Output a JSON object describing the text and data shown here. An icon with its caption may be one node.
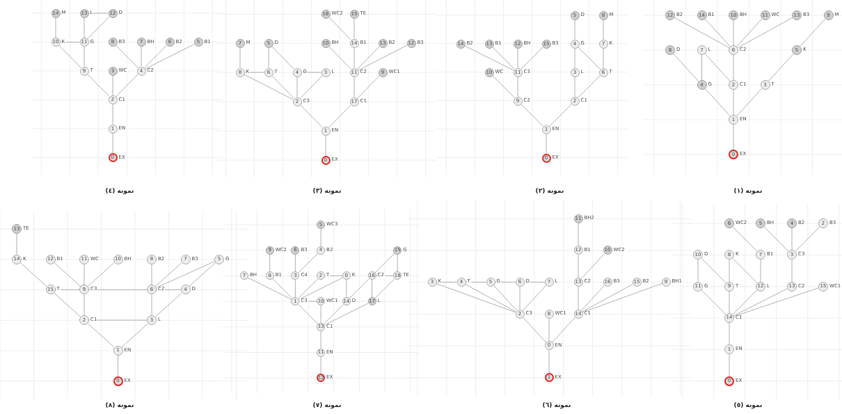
{
  "diagram": {
    "nodes": [
      {
        "text": [
          "14"
        ],
        "beside": [
          "M"
        ]
      },
      {
        "text": [
          "13"
        ],
        "beside": [
          "L"
        ]
      },
      {
        "text": [
          "12"
        ],
        "beside": [
          "D"
        ]
      },
      {
        "text": [
          "10"
        ],
        "beside": [
          "K"
        ]
      },
      {
        "text": [
          "11"
        ],
        "beside": [
          "G"
        ]
      },
      {
        "text": [
          "8"
        ],
        "beside": [
          "B3"
        ]
      },
      {
        "text": [
          "7"
        ],
        "beside": [
          "BH"
        ]
      },
      {
        "text": [
          "6"
        ],
        "beside": [
          "B2"
        ]
      },
      {
        "text": [
          "5"
        ],
        "beside": [
          "B1"
        ]
      },
      {
        "text": [
          "9"
        ],
        "beside": [
          "T"
        ]
      },
      {
        "text": [
          "3"
        ],
        "beside": [
          "WC"
        ]
      },
      {
        "text": [
          "4"
        ],
        "beside": [
          "C2"
        ]
      },
      {
        "text": [
          "2"
        ],
        "beside": [
          "C1"
        ]
      },
      {
        "text": [
          "1"
        ],
        "beside": [
          "EN"
        ]
      },
      {
        "text": [
          "0"
        ],
        "beside": [
          "EX"
        ]
      },
      {
        "text": [
          "16"
        ],
        "beside": [
          "WC2"
        ]
      },
      {
        "text": [
          "15"
        ],
        "beside": [
          "TE"
        ]
      },
      {
        "text": [
          "7"
        ],
        "beside": [
          "M"
        ]
      },
      {
        "text": [
          "5"
        ],
        "beside": [
          "D"
        ]
      },
      {
        "text": [
          "10"
        ],
        "beside": [
          "BH"
        ]
      },
      {
        "text": [
          "14"
        ],
        "beside": [
          "B1"
        ]
      },
      {
        "text": [
          "13"
        ],
        "beside": [
          "B2"
        ]
      },
      {
        "text": [
          "12"
        ],
        "beside": [
          "B3"
        ]
      },
      {
        "text": [
          "8"
        ],
        "beside": [
          "K"
        ]
      },
      {
        "text": [
          "6"
        ],
        "beside": [
          "T"
        ]
      },
      {
        "text": [
          "4"
        ],
        "beside": [
          "G"
        ]
      },
      {
        "text": [
          "3"
        ],
        "beside": [
          "L"
        ]
      },
      {
        "text": [
          "11"
        ],
        "beside": [
          "C2"
        ]
      },
      {
        "text": [
          "9"
        ],
        "beside": [
          "WC1"
        ]
      },
      {
        "text": [
          "2"
        ],
        "beside": [
          "C3"
        ]
      },
      {
        "text": [
          "17"
        ],
        "beside": [
          "C1"
        ]
      },
      {
        "text": [
          "1"
        ],
        "beside": [
          "EN"
        ]
      },
      {
        "text": [
          "0"
        ],
        "beside": [
          "EX"
        ]
      },
      {
        "text": [
          "5"
        ],
        "beside": [
          "D"
        ]
      },
      {
        "text": [
          "8"
        ],
        "beside": [
          "M"
        ]
      },
      {
        "text": [
          "14"
        ],
        "beside": [
          "B2"
        ]
      },
      {
        "text": [
          "13"
        ],
        "beside": [
          "B1"
        ]
      },
      {
        "text": [
          "12"
        ],
        "beside": [
          "BH"
        ]
      },
      {
        "text": [
          "15"
        ],
        "beside": [
          "B3"
        ]
      },
      {
        "text": [
          "4"
        ],
        "beside": [
          "G"
        ]
      },
      {
        "text": [
          "7"
        ],
        "beside": [
          "K"
        ]
      },
      {
        "text": [
          "10"
        ],
        "beside": [
          "WC"
        ]
      },
      {
        "text": [
          "11"
        ],
        "beside": [
          "C3"
        ]
      },
      {
        "text": [
          "3"
        ],
        "beside": [
          "L"
        ]
      },
      {
        "text": [
          "6"
        ],
        "beside": [
          "T"
        ]
      },
      {
        "text": [
          "9"
        ],
        "beside": [
          "C2"
        ]
      },
      {
        "text": [
          "2"
        ],
        "beside": [
          "C1"
        ]
      },
      {
        "text": [
          "1"
        ],
        "beside": [
          "EN"
        ]
      },
      {
        "text": [
          "0"
        ],
        "beside": [
          "EX"
        ]
      },
      {
        "text": [
          "12"
        ],
        "beside": [
          "B2"
        ]
      },
      {
        "text": [
          "14"
        ],
        "beside": [
          "B1"
        ]
      },
      {
        "text": [
          "10"
        ],
        "beside": [
          "BH"
        ]
      },
      {
        "text": [
          "11"
        ],
        "beside": [
          "WC"
        ]
      },
      {
        "text": [
          "13"
        ],
        "beside": [
          "B3"
        ]
      },
      {
        "text": [
          "9"
        ],
        "beside": [
          "M"
        ]
      },
      {
        "text": [
          "8"
        ],
        "beside": [
          "D"
        ]
      },
      {
        "text": [
          "7"
        ],
        "beside": [
          "L"
        ]
      },
      {
        "text": [
          "6"
        ],
        "beside": [
          "C2"
        ]
      },
      {
        "text": [
          "5"
        ],
        "beside": [
          "K"
        ]
      },
      {
        "text": [
          "4"
        ],
        "beside": [
          "G"
        ]
      },
      {
        "text": [
          "2"
        ],
        "beside": [
          "C1"
        ]
      },
      {
        "text": [
          "3"
        ],
        "beside": [
          "T"
        ]
      },
      {
        "text": [
          "1"
        ],
        "beside": [
          "EN"
        ]
      },
      {
        "text": [
          "0"
        ],
        "beside": [
          "EX"
        ]
      },
      {
        "text": [
          "13"
        ],
        "beside": [
          "TE"
        ]
      },
      {
        "text": [
          "14"
        ],
        "beside": [
          "K"
        ]
      },
      {
        "text": [
          "12"
        ],
        "beside": [
          "B1"
        ]
      },
      {
        "text": [
          "11"
        ],
        "beside": [
          "WC"
        ]
      },
      {
        "text": [
          "10"
        ],
        "beside": [
          "BH"
        ]
      },
      {
        "text": [
          "8"
        ],
        "beside": [
          "B2"
        ]
      },
      {
        "text": [
          "7"
        ],
        "beside": [
          "B3"
        ]
      },
      {
        "text": [
          "5"
        ],
        "beside": [
          "G"
        ]
      },
      {
        "text": [
          "15"
        ],
        "beside": [
          "T"
        ]
      },
      {
        "text": [
          "9"
        ],
        "beside": [
          "C3"
        ]
      },
      {
        "text": [
          "6"
        ],
        "beside": [
          "C2"
        ]
      },
      {
        "text": [
          "4"
        ],
        "beside": [
          "D"
        ]
      },
      {
        "text": [
          "2"
        ],
        "beside": [
          "C1"
        ]
      },
      {
        "text": [
          "3"
        ],
        "beside": [
          "L"
        ]
      },
      {
        "text": [
          "1"
        ],
        "beside": [
          "EN"
        ]
      },
      {
        "text": [
          "0"
        ],
        "beside": [
          "EX"
        ]
      },
      {
        "text": [
          "5"
        ],
        "beside": [
          "WC3"
        ]
      },
      {
        "text": [
          "9"
        ],
        "beside": [
          "WC2"
        ]
      },
      {
        "text": [
          "6"
        ],
        "beside": [
          "B3"
        ]
      },
      {
        "text": [
          "4"
        ],
        "beside": [
          "B2"
        ]
      },
      {
        "text": [
          "15"
        ],
        "beside": [
          "G"
        ]
      },
      {
        "text": [
          "7"
        ],
        "beside": [
          "BH"
        ]
      },
      {
        "text": [
          "8"
        ],
        "beside": [
          "B1"
        ]
      },
      {
        "text": [
          "3"
        ],
        "beside": [
          "C4"
        ]
      },
      {
        "text": [
          "2"
        ],
        "beside": [
          "T"
        ]
      },
      {
        "text": [
          "0"
        ],
        "beside": [
          "K"
        ]
      },
      {
        "text": [
          "16"
        ],
        "beside": [
          "C2"
        ]
      },
      {
        "text": [
          "18"
        ],
        "beside": [
          "TE"
        ]
      },
      {
        "text": [
          "1"
        ],
        "beside": [
          "C3"
        ]
      },
      {
        "text": [
          "10"
        ],
        "beside": [
          "WC1"
        ]
      },
      {
        "text": [
          "14"
        ],
        "beside": [
          "D"
        ]
      },
      {
        "text": [
          "17"
        ],
        "beside": [
          "L"
        ]
      },
      {
        "text": [
          "13"
        ],
        "beside": [
          "C1"
        ]
      },
      {
        "text": [
          "11"
        ],
        "beside": [
          "EN"
        ]
      },
      {
        "text": [
          "12"
        ],
        "beside": [
          "EX"
        ]
      },
      {
        "text": [
          "11"
        ],
        "beside": [
          "BH2"
        ]
      },
      {
        "text": [
          "12"
        ],
        "beside": [
          "B1"
        ]
      },
      {
        "text": [
          "10"
        ],
        "beside": [
          "WC2"
        ]
      },
      {
        "text": [
          "3"
        ],
        "beside": [
          "K"
        ]
      },
      {
        "text": [
          "4"
        ],
        "beside": [
          "T"
        ]
      },
      {
        "text": [
          "5"
        ],
        "beside": [
          "G"
        ]
      },
      {
        "text": [
          "6"
        ],
        "beside": [
          "D"
        ]
      },
      {
        "text": [
          "7"
        ],
        "beside": [
          "L"
        ]
      },
      {
        "text": [
          "13"
        ],
        "beside": [
          "C2"
        ]
      },
      {
        "text": [
          "16"
        ],
        "beside": [
          "B3"
        ]
      },
      {
        "text": [
          "15"
        ],
        "beside": [
          "B2"
        ]
      },
      {
        "text": [
          "9"
        ],
        "beside": [
          "BH1"
        ]
      },
      {
        "text": [
          "2"
        ],
        "beside": [
          "C3"
        ]
      },
      {
        "text": [
          "8"
        ],
        "beside": [
          "WC1"
        ]
      },
      {
        "text": [
          "14"
        ],
        "beside": [
          "C1"
        ]
      },
      {
        "text": [
          "0"
        ],
        "beside": [
          "EN"
        ]
      },
      {
        "text": [
          "1"
        ],
        "beside": [
          "EX"
        ]
      },
      {
        "text": [
          "6"
        ],
        "beside": [
          "WC2"
        ]
      },
      {
        "text": [
          "5"
        ],
        "beside": [
          "BH"
        ]
      },
      {
        "text": [
          "4"
        ],
        "beside": [
          "B2"
        ]
      },
      {
        "text": [
          "2"
        ],
        "beside": [
          "B3"
        ]
      },
      {
        "text": [
          "10"
        ],
        "beside": [
          "D"
        ]
      },
      {
        "text": [
          "8"
        ],
        "beside": [
          "K"
        ]
      },
      {
        "text": [
          "7"
        ],
        "beside": [
          "B1"
        ]
      },
      {
        "text": [
          "3"
        ],
        "beside": [
          "C3"
        ]
      },
      {
        "text": [
          "11"
        ],
        "beside": [
          "G"
        ]
      },
      {
        "text": [
          "9"
        ],
        "beside": [
          "T"
        ]
      },
      {
        "text": [
          "12"
        ],
        "beside": [
          "L"
        ]
      },
      {
        "text": [
          "13"
        ],
        "beside": [
          "C2"
        ]
      },
      {
        "text": [
          "15"
        ],
        "beside": [
          "WC1"
        ]
      },
      {
        "text": [
          "14"
        ],
        "beside": [
          "C1"
        ]
      },
      {
        "text": [
          "1"
        ],
        "beside": [
          "EN"
        ]
      },
      {
        "text": [
          "0"
        ],
        "beside": [
          "EX"
        ]
      }
    ],
    "edges": [
      {
        "from": 0,
        "to": 3,
        "arrow": "none"
      },
      {
        "from": 1,
        "to": 2,
        "arrow": "none"
      },
      {
        "from": 1,
        "to": 4,
        "arrow": "none"
      },
      {
        "from": 2,
        "to": 4,
        "arrow": "none"
      },
      {
        "from": 4,
        "to": 3,
        "arrow": "none"
      },
      {
        "from": 3,
        "to": 9,
        "arrow": "none"
      },
      {
        "from": 4,
        "to": 9,
        "arrow": "none"
      },
      {
        "from": 9,
        "to": 12,
        "arrow": "none"
      },
      {
        "from": 10,
        "to": 12,
        "arrow": "none"
      },
      {
        "from": 5,
        "to": 11,
        "arrow": "none"
      },
      {
        "from": 6,
        "to": 11,
        "arrow": "none"
      },
      {
        "from": 7,
        "to": 11,
        "arrow": "none"
      },
      {
        "from": 8,
        "to": 11,
        "arrow": "none"
      },
      {
        "from": 11,
        "to": 12,
        "arrow": "none"
      },
      {
        "from": 12,
        "to": 13,
        "arrow": "none"
      },
      {
        "from": 13,
        "to": 14,
        "arrow": "none"
      },
      {
        "from": 17,
        "to": 23,
        "arrow": "none"
      },
      {
        "from": 18,
        "to": 24,
        "arrow": "none"
      },
      {
        "from": 18,
        "to": 25,
        "arrow": "none"
      },
      {
        "from": 24,
        "to": 23,
        "arrow": "none"
      },
      {
        "from": 23,
        "to": 29,
        "arrow": "none"
      },
      {
        "from": 24,
        "to": 29,
        "arrow": "none"
      },
      {
        "from": 25,
        "to": 29,
        "arrow": "none"
      },
      {
        "from": 25,
        "to": 26,
        "arrow": "none"
      },
      {
        "from": 26,
        "to": 29,
        "arrow": "none"
      },
      {
        "from": 15,
        "to": 20,
        "arrow": "none"
      },
      {
        "from": 16,
        "to": 20,
        "arrow": "none"
      },
      {
        "from": 20,
        "to": 27,
        "arrow": "none"
      },
      {
        "from": 19,
        "to": 27,
        "arrow": "none"
      },
      {
        "from": 21,
        "to": 27,
        "arrow": "none"
      },
      {
        "from": 22,
        "to": 27,
        "arrow": "none"
      },
      {
        "from": 27,
        "to": 30,
        "arrow": "none"
      },
      {
        "from": 28,
        "to": 30,
        "arrow": "none"
      },
      {
        "from": 29,
        "to": 31,
        "arrow": "none"
      },
      {
        "from": 30,
        "to": 31,
        "arrow": "none"
      },
      {
        "from": 31,
        "to": 32,
        "arrow": "none"
      },
      {
        "from": 33,
        "to": 39,
        "arrow": "none"
      },
      {
        "from": 34,
        "to": 40,
        "arrow": "none"
      },
      {
        "from": 39,
        "to": 43,
        "arrow": "none"
      },
      {
        "from": 39,
        "to": 44,
        "arrow": "none"
      },
      {
        "from": 40,
        "to": 44,
        "arrow": "none"
      },
      {
        "from": 43,
        "to": 46,
        "arrow": "none"
      },
      {
        "from": 44,
        "to": 46,
        "arrow": "none"
      },
      {
        "from": 35,
        "to": 42,
        "arrow": "none"
      },
      {
        "from": 36,
        "to": 42,
        "arrow": "none"
      },
      {
        "from": 37,
        "to": 42,
        "arrow": "none"
      },
      {
        "from": 38,
        "to": 42,
        "arrow": "none"
      },
      {
        "from": 42,
        "to": 45,
        "arrow": "none"
      },
      {
        "from": 41,
        "to": 45,
        "arrow": "none"
      },
      {
        "from": 45,
        "to": 47,
        "arrow": "none"
      },
      {
        "from": 46,
        "to": 47,
        "arrow": "none"
      },
      {
        "from": 47,
        "to": 48,
        "arrow": "none"
      },
      {
        "from": 49,
        "to": 57,
        "arrow": "none"
      },
      {
        "from": 50,
        "to": 57,
        "arrow": "none"
      },
      {
        "from": 51,
        "to": 57,
        "arrow": "none"
      },
      {
        "from": 52,
        "to": 57,
        "arrow": "none"
      },
      {
        "from": 53,
        "to": 57,
        "arrow": "none"
      },
      {
        "from": 54,
        "to": 58,
        "arrow": "none"
      },
      {
        "from": 55,
        "to": 59,
        "arrow": "none"
      },
      {
        "from": 56,
        "to": 59,
        "arrow": "none"
      },
      {
        "from": 56,
        "to": 60,
        "arrow": "none"
      },
      {
        "from": 57,
        "to": 60,
        "arrow": "none"
      },
      {
        "from": 58,
        "to": 61,
        "arrow": "none"
      },
      {
        "from": 59,
        "to": 62,
        "arrow": "none"
      },
      {
        "from": 60,
        "to": 62,
        "arrow": "none"
      },
      {
        "from": 61,
        "to": 62,
        "arrow": "none"
      },
      {
        "from": 62,
        "to": 63,
        "arrow": "none"
      },
      {
        "from": 64,
        "to": 65,
        "arrow": "none"
      },
      {
        "from": 65,
        "to": 72,
        "arrow": "none"
      },
      {
        "from": 66,
        "to": 73,
        "arrow": "none"
      },
      {
        "from": 67,
        "to": 73,
        "arrow": "none"
      },
      {
        "from": 68,
        "to": 73,
        "arrow": "none"
      },
      {
        "from": 72,
        "to": 73,
        "arrow": "none"
      },
      {
        "from": 73,
        "to": 74,
        "arrow": "none"
      },
      {
        "from": 69,
        "to": 74,
        "arrow": "none"
      },
      {
        "from": 70,
        "to": 74,
        "arrow": "none"
      },
      {
        "from": 71,
        "to": 74,
        "arrow": "none"
      },
      {
        "from": 74,
        "to": 75,
        "arrow": "none"
      },
      {
        "from": 71,
        "to": 75,
        "arrow": "none"
      },
      {
        "from": 72,
        "to": 76,
        "arrow": "none"
      },
      {
        "from": 73,
        "to": 76,
        "arrow": "none"
      },
      {
        "from": 76,
        "to": 77,
        "arrow": "none"
      },
      {
        "from": 74,
        "to": 77,
        "arrow": "none"
      },
      {
        "from": 75,
        "to": 77,
        "arrow": "none"
      },
      {
        "from": 76,
        "to": 78,
        "arrow": "none"
      },
      {
        "from": 77,
        "to": 78,
        "arrow": "none"
      },
      {
        "from": 78,
        "to": 79,
        "arrow": "none"
      },
      {
        "from": 80,
        "to": 83,
        "arrow": "none"
      },
      {
        "from": 81,
        "to": 86,
        "arrow": "none"
      },
      {
        "from": 82,
        "to": 87,
        "arrow": "none"
      },
      {
        "from": 83,
        "to": 87,
        "arrow": "none"
      },
      {
        "from": 84,
        "to": 90,
        "arrow": "none"
      },
      {
        "from": 84,
        "to": 91,
        "arrow": "none"
      },
      {
        "from": 90,
        "to": 91,
        "arrow": "none"
      },
      {
        "from": 88,
        "to": 89,
        "arrow": "none"
      },
      {
        "from": 85,
        "to": 92,
        "arrow": "none"
      },
      {
        "from": 86,
        "to": 92,
        "arrow": "none"
      },
      {
        "from": 87,
        "to": 92,
        "arrow": "none"
      },
      {
        "from": 88,
        "to": 92,
        "arrow": "none"
      },
      {
        "from": 89,
        "to": 92,
        "arrow": "none"
      },
      {
        "from": 89,
        "to": 94,
        "arrow": "none"
      },
      {
        "from": 90,
        "to": 94,
        "arrow": "none"
      },
      {
        "from": 90,
        "to": 95,
        "arrow": "none"
      },
      {
        "from": 91,
        "to": 95,
        "arrow": "none"
      },
      {
        "from": 92,
        "to": 93,
        "arrow": "none"
      },
      {
        "from": 92,
        "to": 96,
        "arrow": "none"
      },
      {
        "from": 93,
        "to": 96,
        "arrow": "none"
      },
      {
        "from": 94,
        "to": 96,
        "arrow": "none"
      },
      {
        "from": 95,
        "to": 96,
        "arrow": "none"
      },
      {
        "from": 96,
        "to": 97,
        "arrow": "none"
      },
      {
        "from": 97,
        "to": 98,
        "arrow": "none"
      },
      {
        "from": 99,
        "to": 100,
        "arrow": "none"
      },
      {
        "from": 100,
        "to": 107,
        "arrow": "none"
      },
      {
        "from": 101,
        "to": 107,
        "arrow": "none"
      },
      {
        "from": 102,
        "to": 103,
        "arrow": "none"
      },
      {
        "from": 103,
        "to": 104,
        "arrow": "none"
      },
      {
        "from": 104,
        "to": 105,
        "arrow": "none"
      },
      {
        "from": 105,
        "to": 106,
        "arrow": "none"
      },
      {
        "from": 102,
        "to": 111,
        "arrow": "none"
      },
      {
        "from": 103,
        "to": 111,
        "arrow": "none"
      },
      {
        "from": 104,
        "to": 111,
        "arrow": "none"
      },
      {
        "from": 105,
        "to": 111,
        "arrow": "none"
      },
      {
        "from": 106,
        "to": 111,
        "arrow": "none"
      },
      {
        "from": 107,
        "to": 113,
        "arrow": "none"
      },
      {
        "from": 108,
        "to": 113,
        "arrow": "none"
      },
      {
        "from": 109,
        "to": 113,
        "arrow": "none"
      },
      {
        "from": 110,
        "to": 113,
        "arrow": "none"
      },
      {
        "from": 111,
        "to": 114,
        "arrow": "none"
      },
      {
        "from": 112,
        "to": 114,
        "arrow": "none"
      },
      {
        "from": 113,
        "to": 114,
        "arrow": "none"
      },
      {
        "from": 114,
        "to": 115,
        "arrow": "none"
      },
      {
        "from": 116,
        "to": 122,
        "arrow": "none"
      },
      {
        "from": 117,
        "to": 123,
        "arrow": "none"
      },
      {
        "from": 118,
        "to": 123,
        "arrow": "none"
      },
      {
        "from": 119,
        "to": 123,
        "arrow": "none"
      },
      {
        "from": 120,
        "to": 124,
        "arrow": "none"
      },
      {
        "from": 120,
        "to": 125,
        "arrow": "none"
      },
      {
        "from": 121,
        "to": 125,
        "arrow": "none"
      },
      {
        "from": 121,
        "to": 126,
        "arrow": "none"
      },
      {
        "from": 122,
        "to": 126,
        "arrow": "none"
      },
      {
        "from": 123,
        "to": 127,
        "arrow": "none"
      },
      {
        "from": 124,
        "to": 129,
        "arrow": "none"
      },
      {
        "from": 125,
        "to": 129,
        "arrow": "none"
      },
      {
        "from": 126,
        "to": 129,
        "arrow": "none"
      },
      {
        "from": 127,
        "to": 129,
        "arrow": "none"
      },
      {
        "from": 128,
        "to": 129,
        "arrow": "none"
      },
      {
        "from": 129,
        "to": 130,
        "arrow": "none"
      },
      {
        "from": 130,
        "to": 131,
        "arrow": "none"
      }
    ],
    "labels": [
      "نمونه (٤)",
      "نمونه (٣)",
      "نمونه (٢)",
      "نمونه (١)",
      "نمونه (٨)",
      "نمونه (٧)",
      "نمونه (٦)",
      "نمونه (٥)"
    ]
  }
}
